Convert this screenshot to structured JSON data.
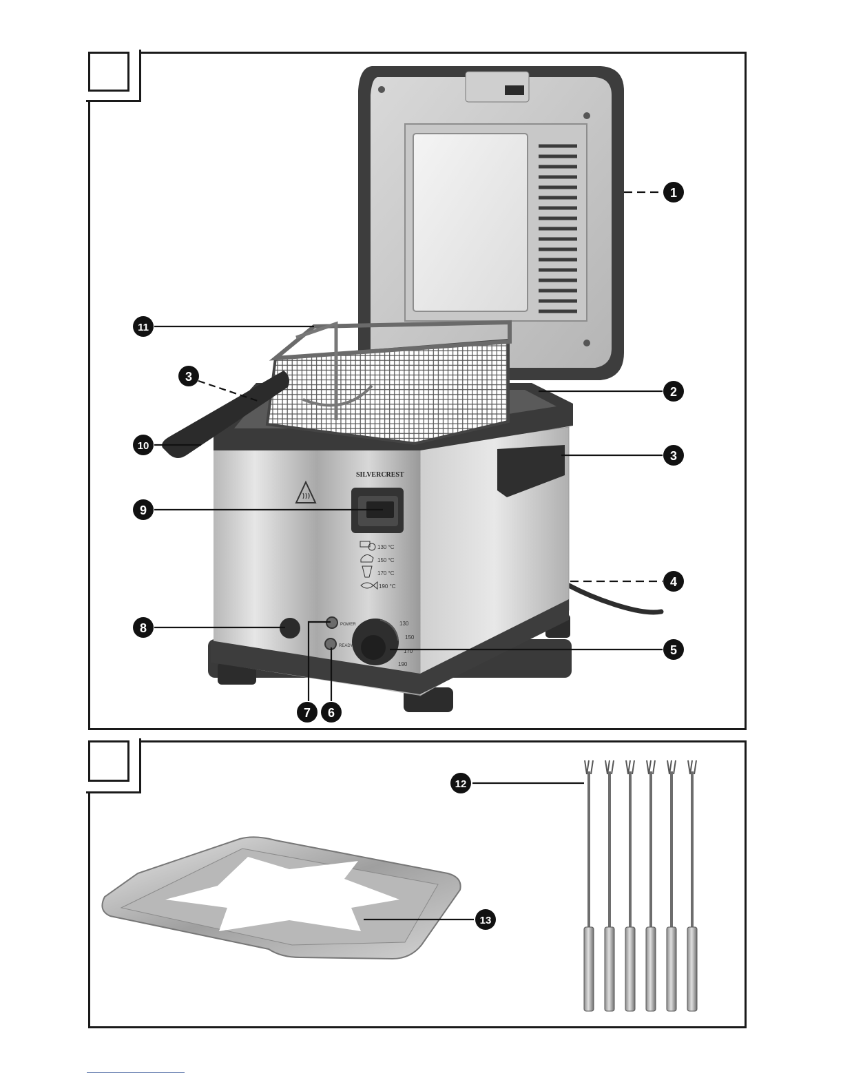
{
  "figure_a": {
    "brand": "SILVERCREST",
    "temps": [
      "130 °C",
      "150 °C",
      "170 °C",
      "190 °C"
    ],
    "dial_marks": [
      "130",
      "150",
      "170",
      "190"
    ],
    "lamp_labels": [
      "POWER",
      "READY"
    ],
    "callouts": [
      "1",
      "2",
      "3",
      "3",
      "4",
      "5",
      "6",
      "7",
      "8",
      "9",
      "10",
      "11"
    ]
  },
  "figure_b": {
    "callouts": [
      "12",
      "13"
    ]
  },
  "icons": [
    "hot-surface-warning-icon",
    "thaw-icon",
    "fish-icon",
    "chip-icon",
    "meat-icon"
  ]
}
